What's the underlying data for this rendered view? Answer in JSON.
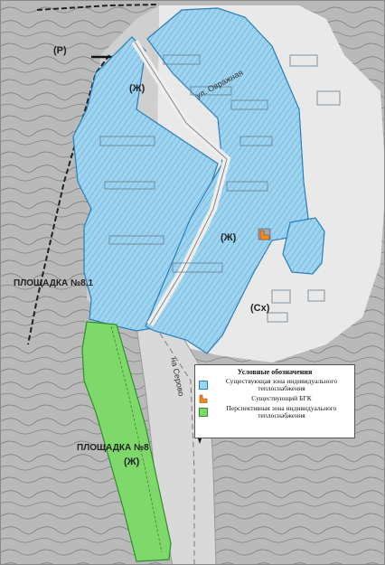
{
  "map": {
    "zone_labels": {
      "r": "(Р)",
      "zh_north": "(Ж)",
      "zh_center": "(Ж)",
      "sx": "(Сх)",
      "zh_south": "(Ж)"
    },
    "site_labels": {
      "site_8_1": "ПЛОЩАДКА №8.1",
      "site_8": "ПЛОЩАДКА №8"
    },
    "street_labels": {
      "ovrazhnaya": "ул. Овражная",
      "road_to": "на Серово"
    },
    "colors": {
      "existing_zone": "#9fd3ee",
      "existing_zone_border": "#2b7fb8",
      "planned_zone": "#7fd86a",
      "planned_zone_border": "#2f8f2a",
      "bgk": "#f08a24"
    }
  },
  "legend": {
    "title": "Условные обозначения",
    "items": [
      {
        "text": "Существующая зона индивидуального теплоснабжения",
        "symbol": "blue-hatched-area"
      },
      {
        "text": "Существующий БГК",
        "symbol": "orange-boiler-icon"
      },
      {
        "text": "Перспективная зона индивидуального теплоснабжения",
        "symbol": "green-area"
      }
    ]
  }
}
